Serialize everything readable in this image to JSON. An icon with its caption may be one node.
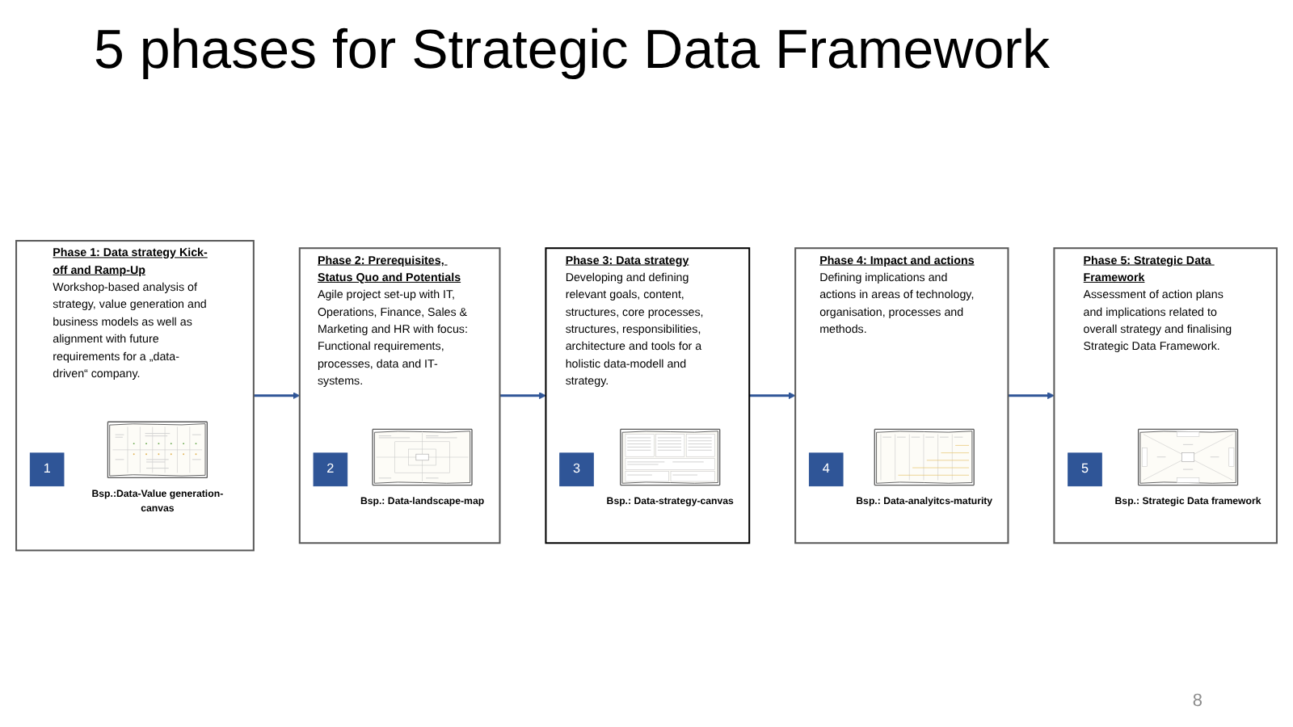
{
  "diagram": {
    "title": "5 phases for Strategic Data Framework",
    "nodes": [
      {
        "text": [
          "Phase 1: Data strategy Kick-off and Ramp-Up",
          "Workshop-based analysis of strategy, value generation and business models as well as alignment with future requirements for a „data-driven“ company."
        ]
      },
      {
        "text": [
          "1"
        ],
        "in": 0
      },
      {
        "text": [
          "Bsp.:Data-Value generation-canvas"
        ],
        "in": 0
      },
      {
        "text": [
          "Phase 2: Prerequisites, Status Quo and Potentials",
          "Agile project set-up with IT, Operations, Finance, Sales & Marketing and HR with focus: Functional requirements, processes, data and IT-systems."
        ]
      },
      {
        "text": [
          "2"
        ],
        "in": 3
      },
      {
        "text": [
          "Bsp.: Data-landscape-map"
        ],
        "in": 3
      },
      {
        "text": [
          "Phase 3: Data strategy",
          "Developing and defining relevant goals, content, structures, core processes, structures, responsibilities, architecture and tools for a holistic data-modell and strategy."
        ]
      },
      {
        "text": [
          "3"
        ],
        "in": 6
      },
      {
        "text": [
          "Bsp.: Data-strategy-canvas"
        ],
        "in": 6
      },
      {
        "text": [
          "Phase 5: Strategic Data Framework",
          "Assessment of action plans and implications related to overall strategy and finalising Strategic Data Framework."
        ]
      },
      {
        "text": [
          "5"
        ],
        "in": 9
      },
      {
        "text": [
          "Bsp.: Strategic Data framework"
        ],
        "in": 9
      },
      {
        "text": [
          "Phase 4: Impact and actions",
          "Defining implications and actions in areas of technology, organisation, processes and methods."
        ]
      },
      {
        "text": [
          "4"
        ],
        "in": 12
      },
      {
        "text": [
          "Bsp.: Data-analyitcs-maturity"
        ],
        "in": 12
      }
    ],
    "edges": [
      {
        "from": 0,
        "to": 3,
        "arrow": "to"
      },
      {
        "from": 3,
        "to": 6,
        "arrow": "to"
      },
      {
        "from": 6,
        "to": 12,
        "arrow": "to"
      },
      {
        "from": 12,
        "to": 9,
        "arrow": "to"
      }
    ],
    "labels": [
      "8"
    ]
  }
}
